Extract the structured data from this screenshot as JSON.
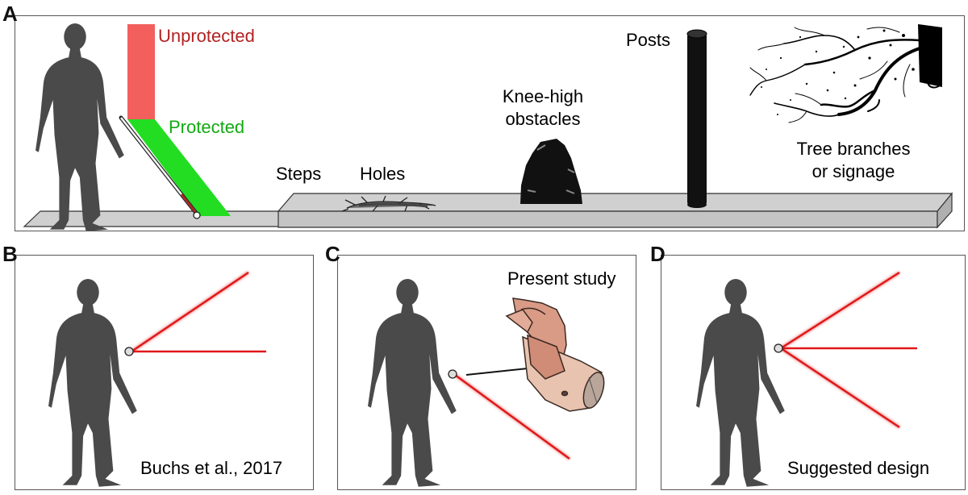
{
  "panels": {
    "a": {
      "letter": "A",
      "labels": {
        "unprotected": "Unprotected",
        "protected": "Protected",
        "steps": "Steps",
        "holes": "Holes",
        "knee_high": "Knee-high\nobstacles",
        "posts": "Posts",
        "tree": "Tree branches\nor signage"
      }
    },
    "b": {
      "letter": "B",
      "caption": "Buchs et al., 2017"
    },
    "c": {
      "letter": "C",
      "caption": "Present study"
    },
    "d": {
      "letter": "D",
      "caption": "Suggested design"
    }
  },
  "colors": {
    "unprotected": "#f25f5c",
    "unprotected_text": "#b22222",
    "protected": "#22dd22",
    "protected_text": "#11aa11",
    "laser": "#e01818",
    "silhouette": "#4a4a4a",
    "floor": "#cfcfcf"
  }
}
